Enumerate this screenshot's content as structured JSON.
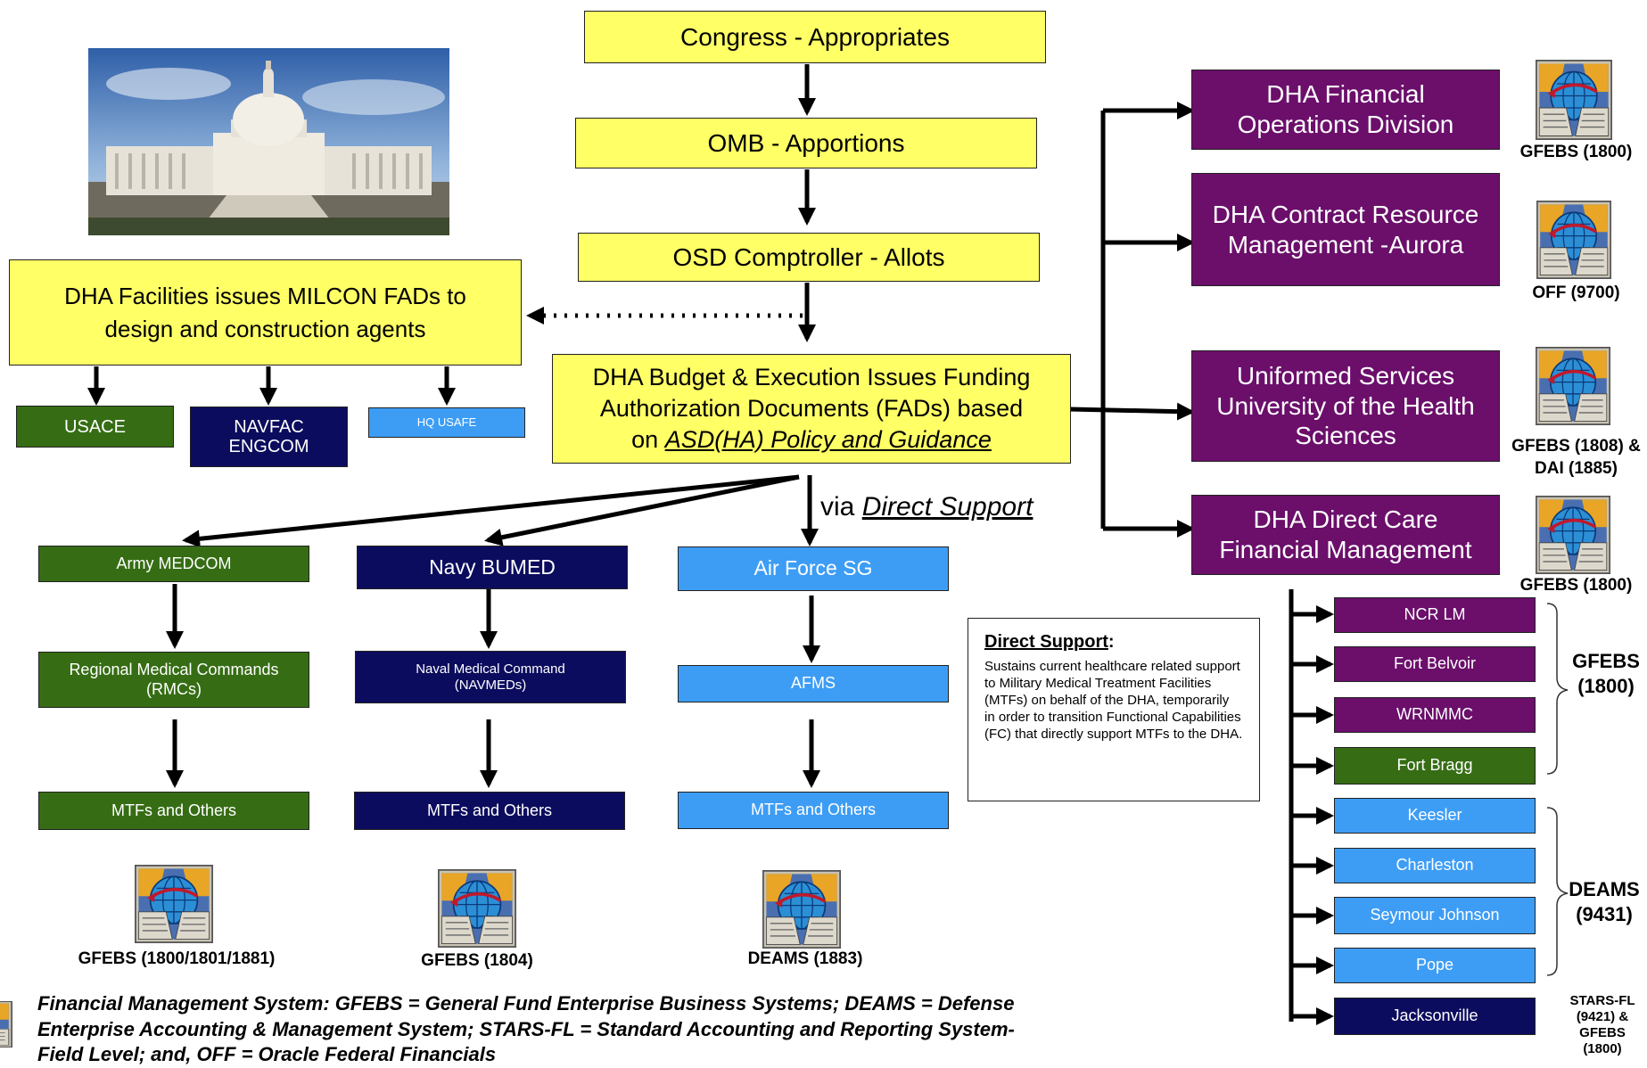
{
  "top": {
    "congress": "Congress - Appropriates",
    "omb": "OMB - Apportions",
    "osd": "OSD Comptroller - Allots"
  },
  "budget": {
    "line1": "DHA Budget & Execution Issues Funding",
    "line2": "Authorization Documents (FADs) based",
    "line3_prefix": "on ",
    "line3_link": "ASD(HA) Policy and Guidance"
  },
  "facilities": {
    "text": "DHA Facilities issues MILCON FADs to design and construction agents",
    "agents": [
      "USACE",
      "NAVFAC ENGCOM",
      "HQ USAFE"
    ]
  },
  "via": {
    "prefix": "via ",
    "link": "Direct Support"
  },
  "services": [
    {
      "name": "Army MEDCOM",
      "mid": "Regional Medical Commands (RMCs)",
      "bottom": "MTFs and Others",
      "system": "GFEBS (1800/1801/1881)"
    },
    {
      "name": "Navy BUMED",
      "mid": "Naval Medical Command (NAVMEDs)",
      "bottom": "MTFs and Others",
      "system": "GFEBS (1804)"
    },
    {
      "name": "Air Force SG",
      "mid": "AFMS",
      "bottom": "MTFs and Others",
      "system": "DEAMS (1883)"
    }
  ],
  "dha_divisions": [
    {
      "name": "DHA Financial Operations Division",
      "system": "GFEBS (1800)"
    },
    {
      "name": "DHA Contract Resource Management -Aurora",
      "system": "OFF (9700)"
    },
    {
      "name": "Uniformed Services University of the Health Sciences",
      "system": "GFEBS (1808) & DAI (1885)"
    },
    {
      "name": "DHA Direct Care Financial Management",
      "system": "GFEBS (1800)"
    }
  ],
  "sites": [
    "NCR LM",
    "Fort Belvoir",
    "WRNMMC",
    "Fort Bragg",
    "Keesler",
    "Charleston",
    "Seymour Johnson",
    "Pope",
    "Jacksonville"
  ],
  "site_groups": {
    "gfebs": "GFEBS (1800)",
    "deams": "DEAMS (9431)",
    "stars": "STARS-FL (9421) & GFEBS (1800)"
  },
  "direct_support": {
    "title": "Direct Support",
    "colon": ":",
    "body": "Sustains current healthcare related support to Military Medical Treatment Facilities (MTFs) on behalf of the DHA, temporarily in order to transition Functional Capabilities (FC) that directly support MTFs to the DHA."
  },
  "footnote": "Financial Management System: GFEBS = General Fund Enterprise Business Systems; DEAMS = Defense Enterprise Accounting & Management System; STARS-FL = Standard Accounting and Reporting System-Field Level; and, OFF = Oracle Federal Financials",
  "colors": {
    "yellow": "#ffff66",
    "purple": "#6b0f6b",
    "green": "#366d14",
    "navy": "#0c0c5e",
    "blue": "#3d9df5"
  },
  "icons": [
    "capitol-building-image",
    "financial-system-logo-icon"
  ]
}
